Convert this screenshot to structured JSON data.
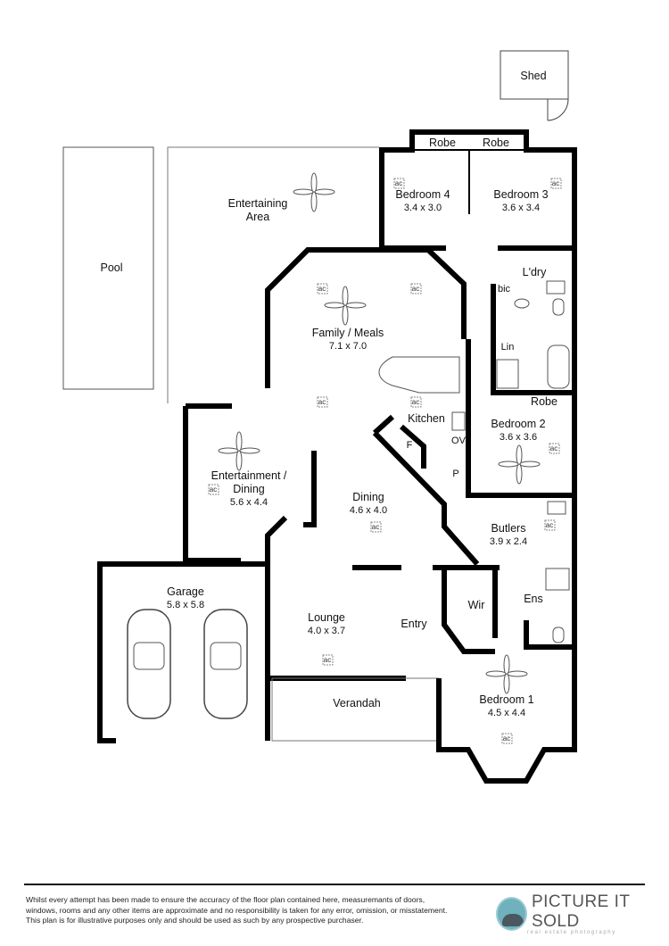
{
  "plan": {
    "rooms": {
      "shed": {
        "name": "Shed"
      },
      "pool": {
        "name": "Pool"
      },
      "entertaining_area": {
        "name_line1": "Entertaining",
        "name_line2": "Area"
      },
      "robe_4": {
        "name": "Robe"
      },
      "robe_3": {
        "name": "Robe"
      },
      "bedroom4": {
        "name": "Bedroom 4",
        "size": "3.4 x 3.0"
      },
      "bedroom3": {
        "name": "Bedroom 3",
        "size": "3.6 x 3.4"
      },
      "laundry": {
        "name": "L'dry"
      },
      "bic": {
        "name": "bic"
      },
      "linen": {
        "name": "Lin"
      },
      "family_meals": {
        "name": "Family / Meals",
        "size": "7.1 x 7.0"
      },
      "kitchen": {
        "name": "Kitchen"
      },
      "fridge": {
        "name": "F"
      },
      "oven": {
        "name": "OV"
      },
      "pantry": {
        "name": "P"
      },
      "robe_2": {
        "name": "Robe"
      },
      "bedroom2": {
        "name": "Bedroom 2",
        "size": "3.6 x 3.6"
      },
      "entertainment_dining": {
        "name_line1": "Entertainment /",
        "name_line2": "Dining",
        "size": "5.6 x 4.4"
      },
      "dining": {
        "name": "Dining",
        "size": "4.6 x 4.0"
      },
      "butlers": {
        "name": "Butlers",
        "size": "3.9 x 2.4"
      },
      "garage": {
        "name": "Garage",
        "size": "5.8 x 5.8"
      },
      "lounge": {
        "name": "Lounge",
        "size": "4.0 x 3.7"
      },
      "entry": {
        "name": "Entry"
      },
      "wir": {
        "name": "Wir"
      },
      "ensuite": {
        "name": "Ens"
      },
      "verandah": {
        "name": "Verandah"
      },
      "bedroom1": {
        "name": "Bedroom 1",
        "size": "4.5 x 4.4"
      }
    },
    "ac_label": "ac"
  },
  "footer": {
    "disclaimer_lines": [
      "Whilst every attempt has been made to ensure the accuracy of the floor plan contained here, measuremants of doors,",
      "windows, rooms and any other items are approximate and no responsibility is taken for any error, omission, or misstatement.",
      "This plan is for illustrative purposes only and should be used as such by any prospective purchaser."
    ],
    "logo_text": "PICTURE IT SOLD",
    "logo_tagline": "real estate photography"
  },
  "colors": {
    "wall": "#000000",
    "logo_accent": "#6fb1bd"
  }
}
